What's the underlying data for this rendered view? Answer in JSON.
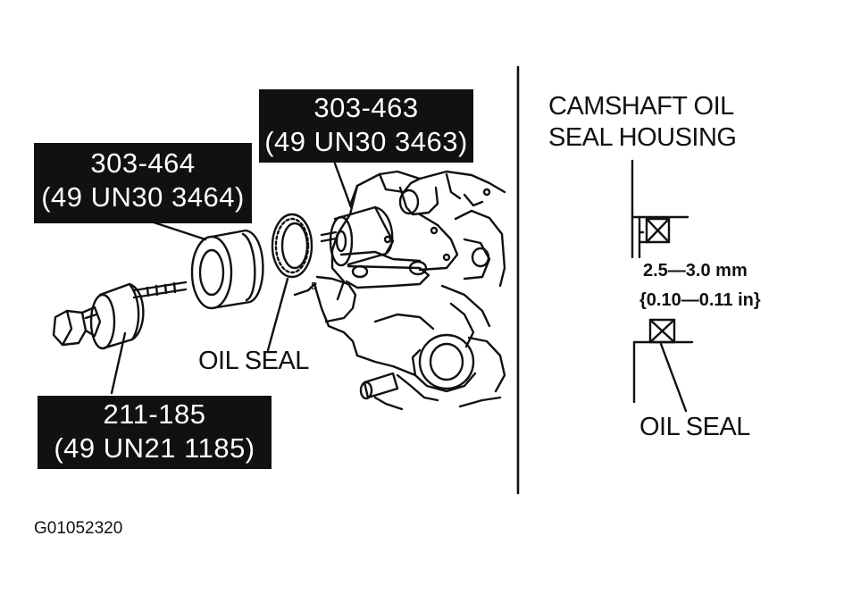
{
  "tools": {
    "t464": {
      "part": "303-464",
      "number": "(49 UN30 3464)"
    },
    "t463": {
      "part": "303-463",
      "number": "(49 UN30 3463)"
    },
    "t185": {
      "part": "211-185",
      "number": "(49 UN21 1185)"
    }
  },
  "left_callouts": {
    "oil_seal": "OIL SEAL"
  },
  "right_detail": {
    "housing_label_line1": "CAMSHAFT OIL",
    "housing_label_line2": "SEAL HOUSING",
    "spec_line1": "2.5—3.0 mm",
    "spec_line2": "{0.10—0.11 in}",
    "oil_seal": "OIL SEAL"
  },
  "figure_id": "G01052320"
}
